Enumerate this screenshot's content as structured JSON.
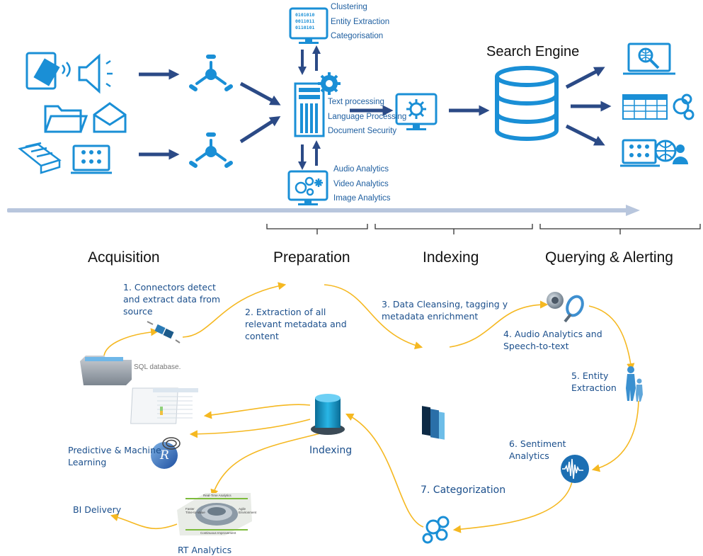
{
  "top": {
    "preparation_top_labels": [
      "Clustering",
      "Entity Extraction",
      "Categorisation"
    ],
    "preparation_mid_labels": [
      "Text processing",
      "Language Processing",
      "Document Security"
    ],
    "preparation_bottom_labels": [
      "Audio Analytics",
      "Video Analytics",
      "Image Analytics"
    ],
    "search_engine_title": "Search Engine",
    "binary_lines": [
      "0101010",
      "0011011",
      "0110101"
    ]
  },
  "phases": [
    "Acquisition",
    "Preparation",
    "Indexing",
    "Querying & Alerting"
  ],
  "workflow": {
    "step1": [
      "1. Connectors detect",
      "and extract data from",
      "source"
    ],
    "step2": [
      "2. Extraction of all",
      "relevant  metadata and",
      "content"
    ],
    "step3": [
      "3. Data Cleansing, tagging y",
      "metadata enrichment"
    ],
    "step4": [
      "4. Audio Analytics and",
      "Speech-to-text"
    ],
    "step5": [
      "5. Entity",
      "Extraction"
    ],
    "step6": [
      "6. Sentiment",
      "Analytics"
    ],
    "step7": "7. Categorization",
    "sql_database": "SQL database.",
    "indexing": "Indexing",
    "predictive": [
      "Predictive & Machine",
      "Learning"
    ],
    "bi_delivery": "BI Delivery",
    "rt_analytics": "RT Analytics",
    "rt_inner": {
      "top": "Real-Time Analytics",
      "left": [
        "Faster",
        "Time-to-Value"
      ],
      "right": [
        "Agile",
        "Environment"
      ],
      "bottom": "Continuous Improvement"
    },
    "r_logo": "R"
  },
  "colors": {
    "primary_blue": "#1a8fd6",
    "navy": "#2b4a86",
    "progress_bar": "#b8c6dd",
    "curve": "#f5b821",
    "step_text": "#1b4f8c"
  }
}
